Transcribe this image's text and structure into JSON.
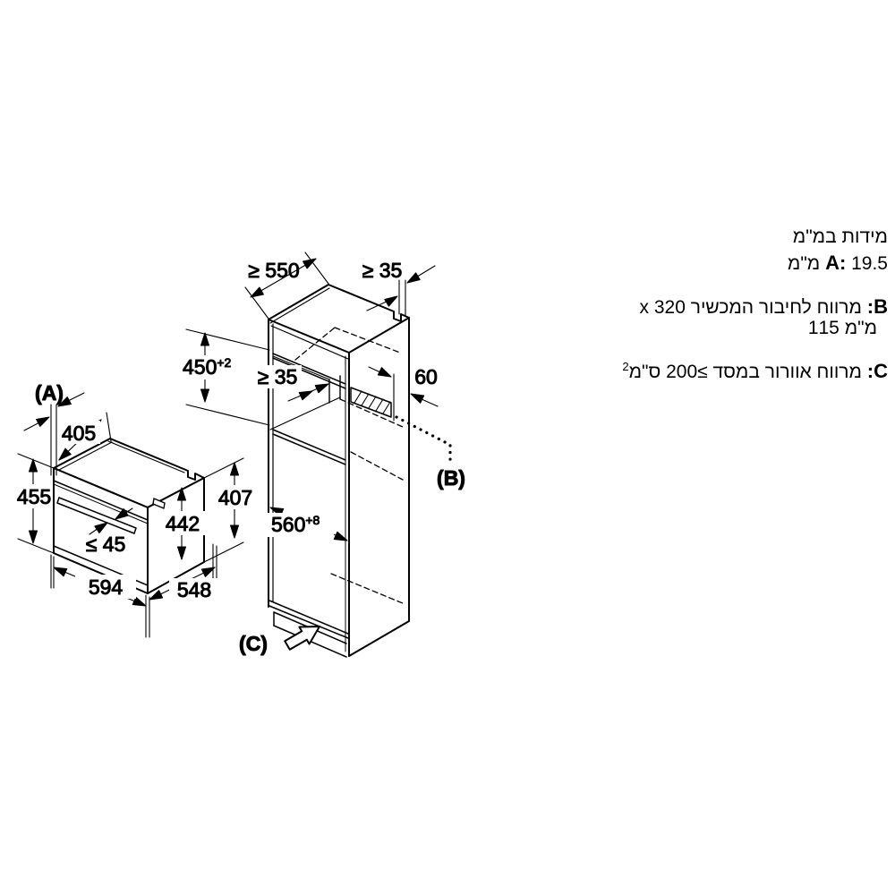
{
  "notes": {
    "units_title": "מידות במ\"מ",
    "a_label": "A:",
    "a_text": " 19.5 מ\"מ",
    "b_label": "B:",
    "b_text": " מרווח לחיבור המכשיר x 320",
    "b_cont": "115 מ\"מ",
    "c_label": "C:",
    "c_text": " מרווח אוורור במסד ≥200 ס\"מ",
    "c_sup": "2"
  },
  "diagram": {
    "oven_label": "(A)",
    "label_b": "(B)",
    "label_c": "(C)",
    "oven": {
      "top_depth": "405",
      "front_height": "455",
      "width": "594",
      "depth": "548",
      "body_height": "442",
      "rear_height": "407",
      "handle_clearance": "≤ 45"
    },
    "cabinet": {
      "min_depth": "≥ 550",
      "wall_gap": "≥ 35",
      "shelf_gap": "≥ 35",
      "niche_height": "450",
      "niche_height_tol": "+2",
      "niche_width": "560",
      "niche_width_tol": "+8",
      "connection_offset": "60"
    },
    "colors": {
      "line": "#000000",
      "background": "#ffffff"
    }
  }
}
